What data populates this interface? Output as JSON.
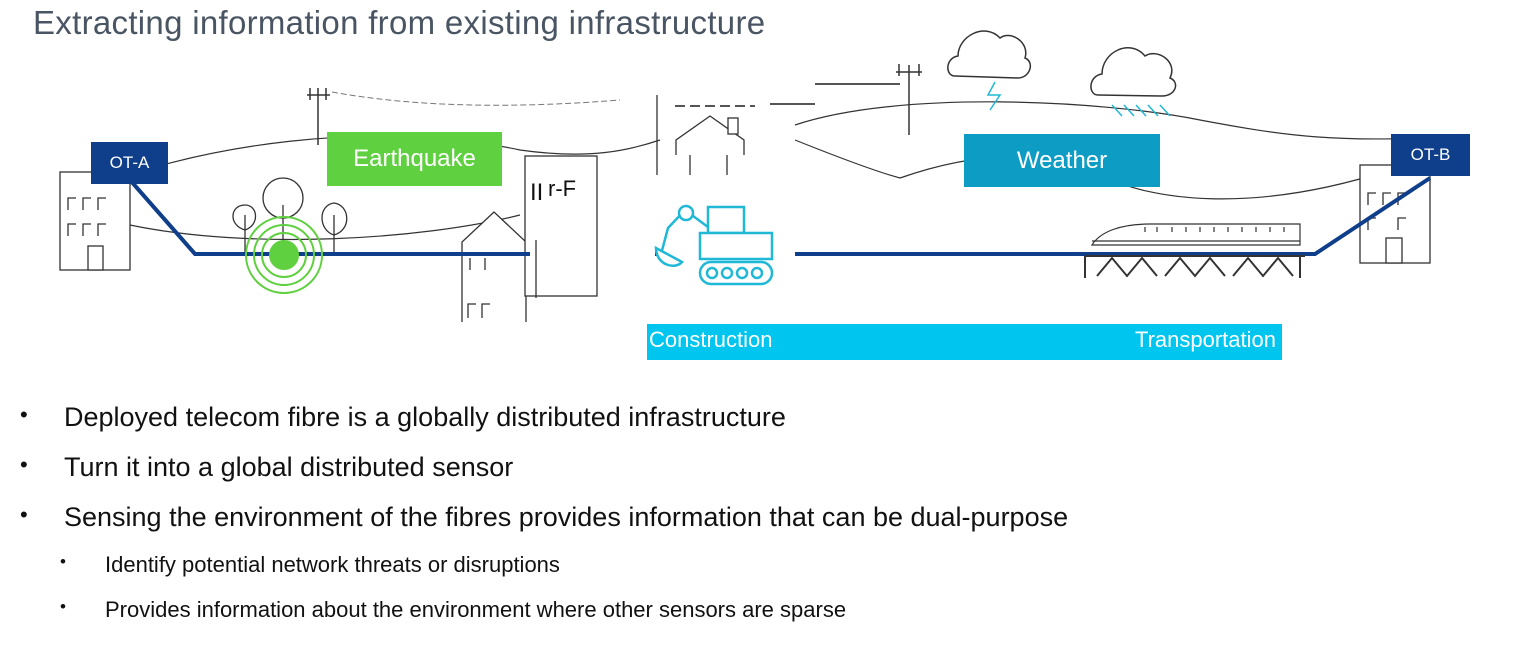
{
  "title": "Extracting information from existing infrastructure",
  "diagram": {
    "ot_a_label": "OT-A",
    "ot_b_label": "OT-B",
    "earthquake_label": "Earthquake",
    "weather_label": "Weather",
    "construction_label": "Construction",
    "transportation_label": "Transportation",
    "colors": {
      "fibre": "#0f3e8a",
      "earthquake": "#5fd03f",
      "weather": "#0d9cc4",
      "band": "#00c6ef",
      "icon_cyan": "#1fb8d6"
    }
  },
  "bullets": [
    "Deployed telecom fibre is a globally distributed infrastructure",
    "Turn it into a global distributed sensor",
    "Sensing the environment of the fibres provides information that can be dual-purpose"
  ],
  "sub_bullets": [
    "Identify potential network threats or disruptions",
    "Provides information about the environment where other sensors are sparse"
  ],
  "bullet_glyph": "•"
}
